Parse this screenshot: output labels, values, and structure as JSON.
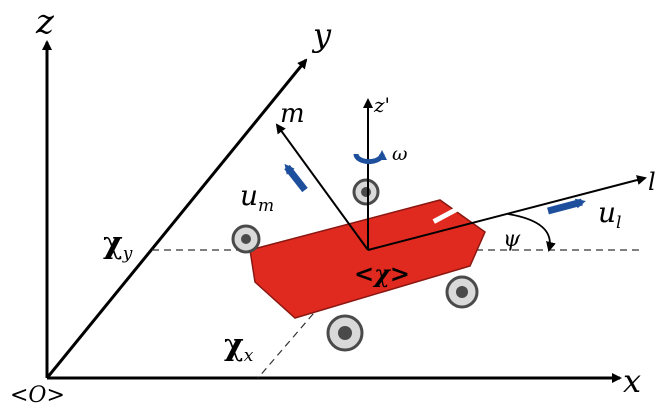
{
  "labels": {
    "z": "z",
    "y": "y",
    "x": "x",
    "origin": "<O>",
    "z_prime": "z'",
    "m": "m",
    "omega": "ω",
    "u_m_base": "u",
    "u_m_sub": "m",
    "u_l_base": "u",
    "u_l_sub": "l",
    "l_cut": "l",
    "psi": "ψ",
    "chi": "<χ>",
    "chi_y_base": "χ",
    "chi_y_sub": "y",
    "chi_x_base": "χ",
    "chi_x_sub": "x"
  },
  "colors": {
    "body": "#e12a1f",
    "body_edge": "#8a1711",
    "arrow_blue": "#1d4f9c",
    "wheel": "#d9d9d9",
    "wheel_dark": "#4a4a4a"
  },
  "icons": [
    "rotation-arrow-icon",
    "velocity-arrow-icon",
    "mecanum-wheel-icon"
  ]
}
